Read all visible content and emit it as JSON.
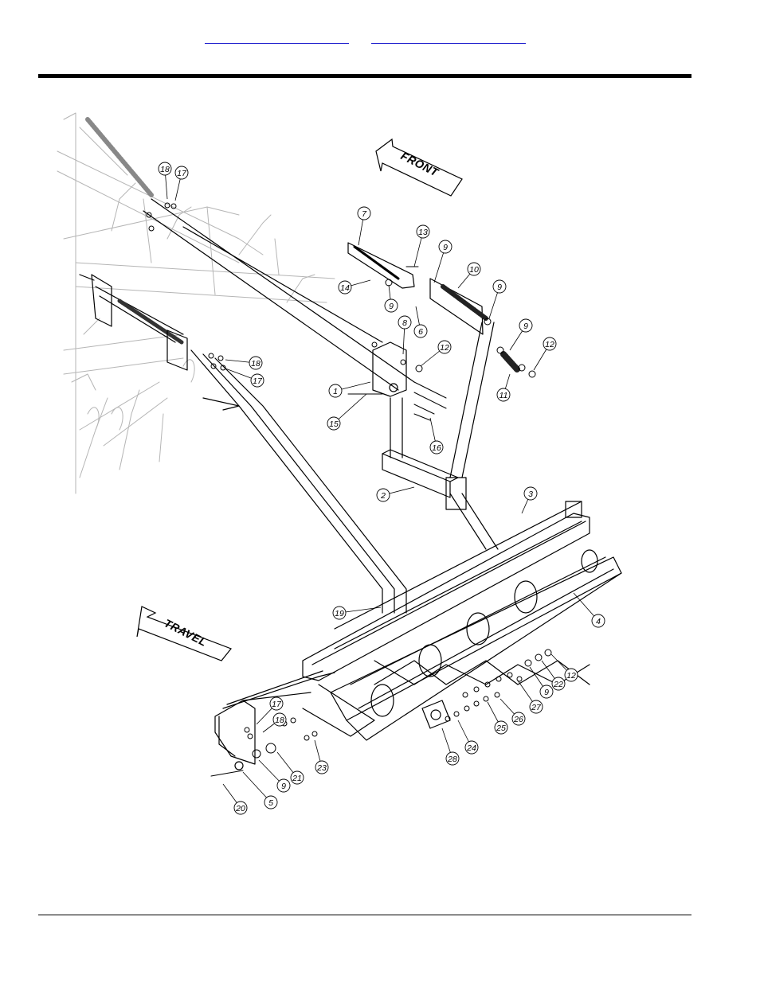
{
  "header": {
    "links": [
      "",
      ""
    ]
  },
  "diagram": {
    "direction_labels": {
      "front": "FRONT",
      "travel": "TRAVEL"
    },
    "callouts": [
      "1",
      "2",
      "3",
      "4",
      "5",
      "6",
      "7",
      "8",
      "9",
      "10",
      "11",
      "12",
      "13",
      "14",
      "15",
      "16",
      "17",
      "18",
      "19",
      "20",
      "21",
      "22",
      "23",
      "24",
      "25",
      "26",
      "27",
      "28"
    ]
  },
  "colors": {
    "ink": "#000000",
    "link": "#1a1acc",
    "faint_line": "#bfbfbf"
  }
}
